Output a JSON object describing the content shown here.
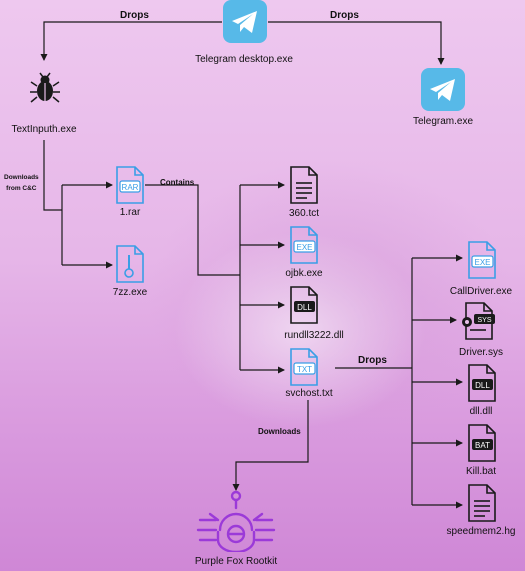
{
  "nodes": {
    "telegram_desktop": "Telegram desktop.exe",
    "telegram_exe": "Telegram.exe",
    "textinputh": "TextInputh.exe",
    "rar": "1.rar",
    "sevenzz": "7zz.exe",
    "tct": "360.tct",
    "ojbk": "ojbk.exe",
    "rundll": "rundll3222.dll",
    "svchost": "svchost.txt",
    "calldriver": "CallDriver.exe",
    "driver_sys": "Driver.sys",
    "dll_dll": "dll.dll",
    "kill_bat": "Kill.bat",
    "speedmem": "speedmem2.hg",
    "rootkit": "Purple Fox Rootkit"
  },
  "edges": {
    "drops_left": "Drops",
    "drops_right": "Drops",
    "downloads_cc_1": "Downloads",
    "downloads_cc_2": "from C&C",
    "contains": "Contains",
    "drops_svchost": "Drops",
    "downloads_rootkit": "Downloads"
  },
  "icon_badges": {
    "rar": "RAR",
    "exe": "EXE",
    "dll": "DLL",
    "sys": "SYS",
    "txt": "TXT",
    "bat": "BAT"
  },
  "colors": {
    "accent_blue": "#3a9ee6",
    "telegram_blue": "#57b9e8",
    "rootkit_purple": "#9b3ad8",
    "line": "#1a1a1a"
  }
}
